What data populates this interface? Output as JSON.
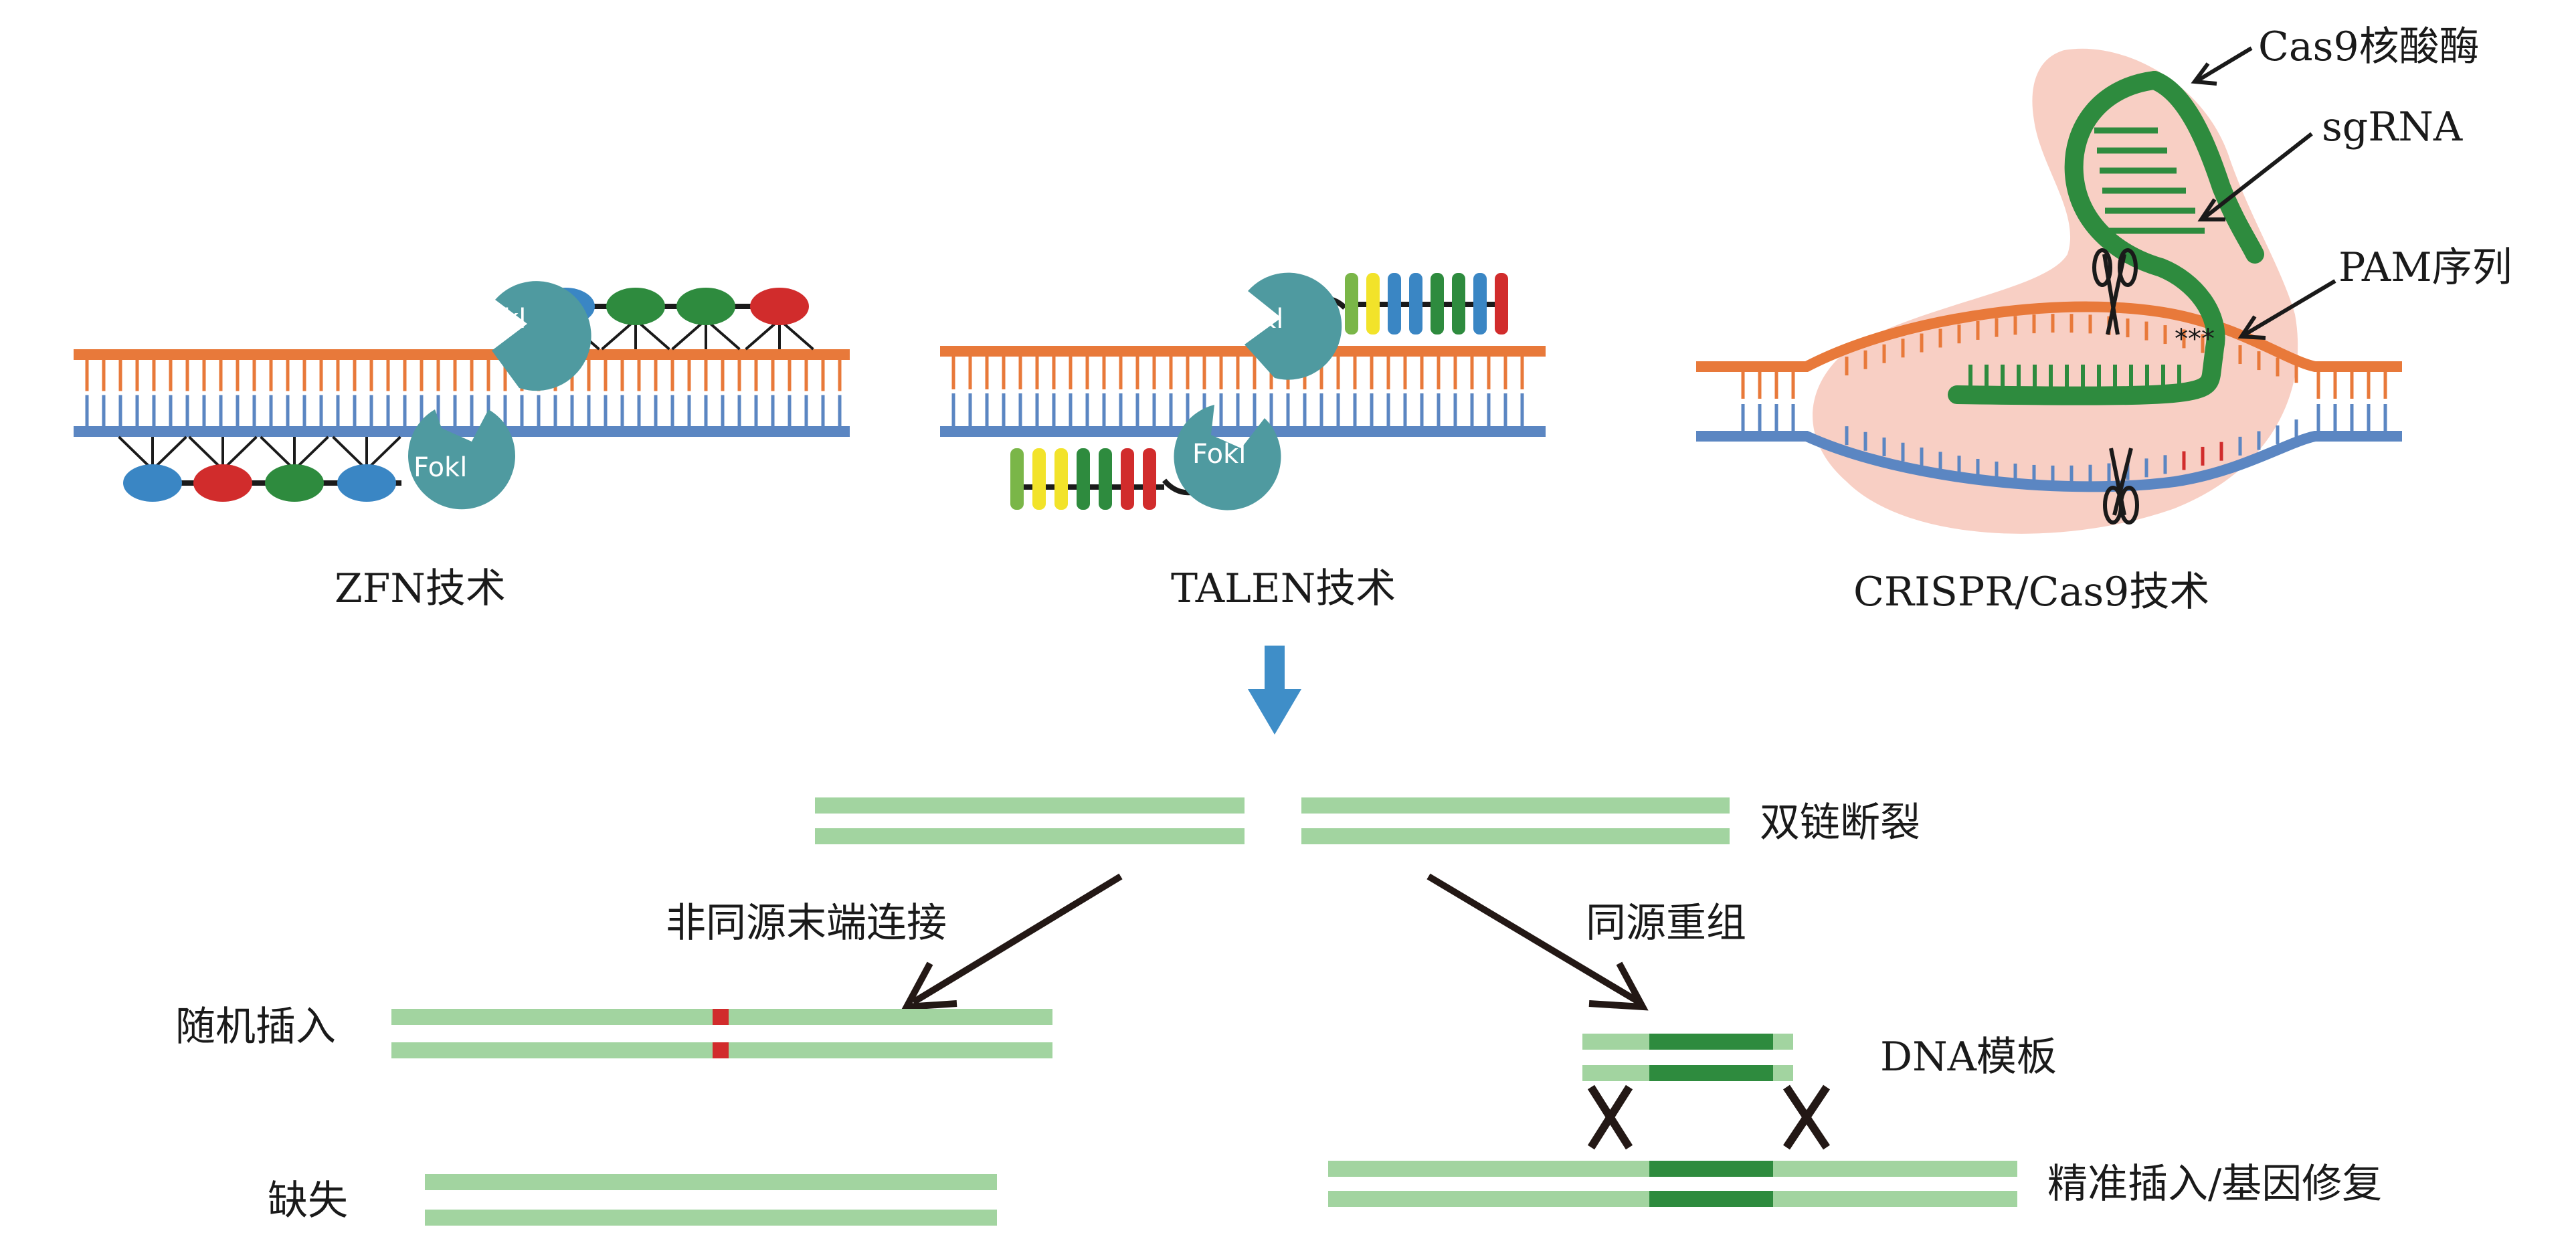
{
  "colors": {
    "top_strand": "#e8793a",
    "bottom_strand": "#5b86c2",
    "fokl": "#4f9aa0",
    "dna_light": "#a2d4a0",
    "dna_dark": "#2e8b3e",
    "cas9_blob": "#f8cfc4",
    "sgrna": "#2e8b3e",
    "pam": "#d12c2c",
    "arrow_blue": "#3f8ec8",
    "zf_blue": "#3a86c4",
    "zf_red": "#d12c2c",
    "zf_green": "#2e8b3e",
    "tal_green": "#2e8b3e",
    "tal_lime": "#7ab648",
    "tal_yellow": "#f2e32a",
    "tal_blue": "#3a86c4",
    "tal_red": "#d12c2c"
  },
  "panels": {
    "zfn": {
      "label": "ZFN技术",
      "fokl_top": "Fokl",
      "fokl_bottom": "Fokl",
      "top_domains": [
        "blue",
        "green",
        "green",
        "red"
      ],
      "bottom_domains": [
        "blue",
        "red",
        "green",
        "blue"
      ]
    },
    "talen": {
      "label": "TALEN技术",
      "fokl_top": "Fokl",
      "fokl_bottom": "Fokl",
      "top_repeats": [
        "lime",
        "yellow",
        "blue",
        "blue",
        "green",
        "green",
        "blue",
        "red"
      ],
      "bottom_repeats": [
        "lime",
        "yellow",
        "yellow",
        "green",
        "green",
        "red",
        "red"
      ]
    },
    "crispr": {
      "label": "CRISPR/Cas9技术",
      "cas9_label": "Cas9核酸酶",
      "sgrna_label": "sgRNA",
      "pam_label": "PAM序列",
      "pam_mark": "***"
    }
  },
  "repair": {
    "break_label": "双链断裂",
    "nhej_label": "非同源末端连接",
    "hr_label": "同源重组",
    "random_insert_label": "随机插入",
    "deletion_label": "缺失",
    "template_label": "DNA模板",
    "precise_label": "精准插入/基因修复"
  }
}
